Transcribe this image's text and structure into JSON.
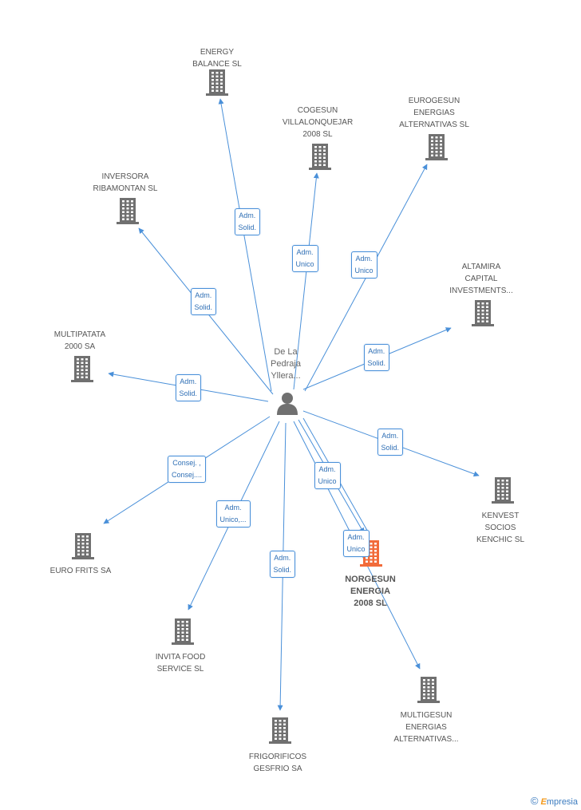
{
  "center": {
    "label": "De La\nPedraja\nYllera...",
    "icon": "person-icon"
  },
  "colors": {
    "edge": "#4a90d9",
    "building": "#707070",
    "highlight": "#f26b3a"
  },
  "nodes": [
    {
      "id": "energy",
      "label": "ENERGY\nBALANCE SL",
      "main": false
    },
    {
      "id": "cogesun",
      "label": "COGESUN\nVILLALONQUEJAR\n2008 SL",
      "main": false
    },
    {
      "id": "eurogesun",
      "label": "EUROGESUN\nENERGIAS\nALTERNATIVAS SL",
      "main": false
    },
    {
      "id": "inversora",
      "label": "INVERSORA\nRIBAMONTAN SL",
      "main": false
    },
    {
      "id": "altamira",
      "label": "ALTAMIRA\nCAPITAL\nINVESTMENTS...",
      "main": false
    },
    {
      "id": "multipatata",
      "label": "MULTIPATATA\n2000 SA",
      "main": false
    },
    {
      "id": "kenvest",
      "label": "KENVEST\nSOCIOS\nKENCHIC SL",
      "main": false
    },
    {
      "id": "eurofrits",
      "label": "EURO FRITS SA",
      "main": false
    },
    {
      "id": "norgesun",
      "label": "NORGESUN\nENERGIA\n2008 SL",
      "main": true
    },
    {
      "id": "invita",
      "label": "INVITA FOOD\nSERVICE SL",
      "main": false
    },
    {
      "id": "multigesun",
      "label": "MULTIGESUN\nENERGIAS\nALTERNATIVAS...",
      "main": false
    },
    {
      "id": "frigorificos",
      "label": "FRIGORIFICOS\nGESFRIO SA",
      "main": false
    }
  ],
  "edges": [
    {
      "to": "energy",
      "label": "Adm.\nSolid."
    },
    {
      "to": "cogesun",
      "label": "Adm.\nUnico"
    },
    {
      "to": "eurogesun",
      "label": "Adm.\nUnico"
    },
    {
      "to": "inversora",
      "label": "Adm.\nSolid."
    },
    {
      "to": "altamira",
      "label": "Adm.\nSolid."
    },
    {
      "to": "multipatata",
      "label": "Adm.\nSolid."
    },
    {
      "to": "kenvest",
      "label": "Adm.\nSolid."
    },
    {
      "to": "eurofrits",
      "label": "Consej. ,\nConsej...."
    },
    {
      "to": "norgesun",
      "label": "Adm.\nUnico"
    },
    {
      "to": "invita",
      "label": "Adm.\nUnico,..."
    },
    {
      "to": "frigorificos",
      "label": "Adm.\nSolid."
    },
    {
      "to": "multigesun",
      "label": "Adm.\nUnico"
    }
  ],
  "footer": {
    "copyright": "©",
    "brand_initial": "E",
    "brand_rest": "mpresia"
  }
}
